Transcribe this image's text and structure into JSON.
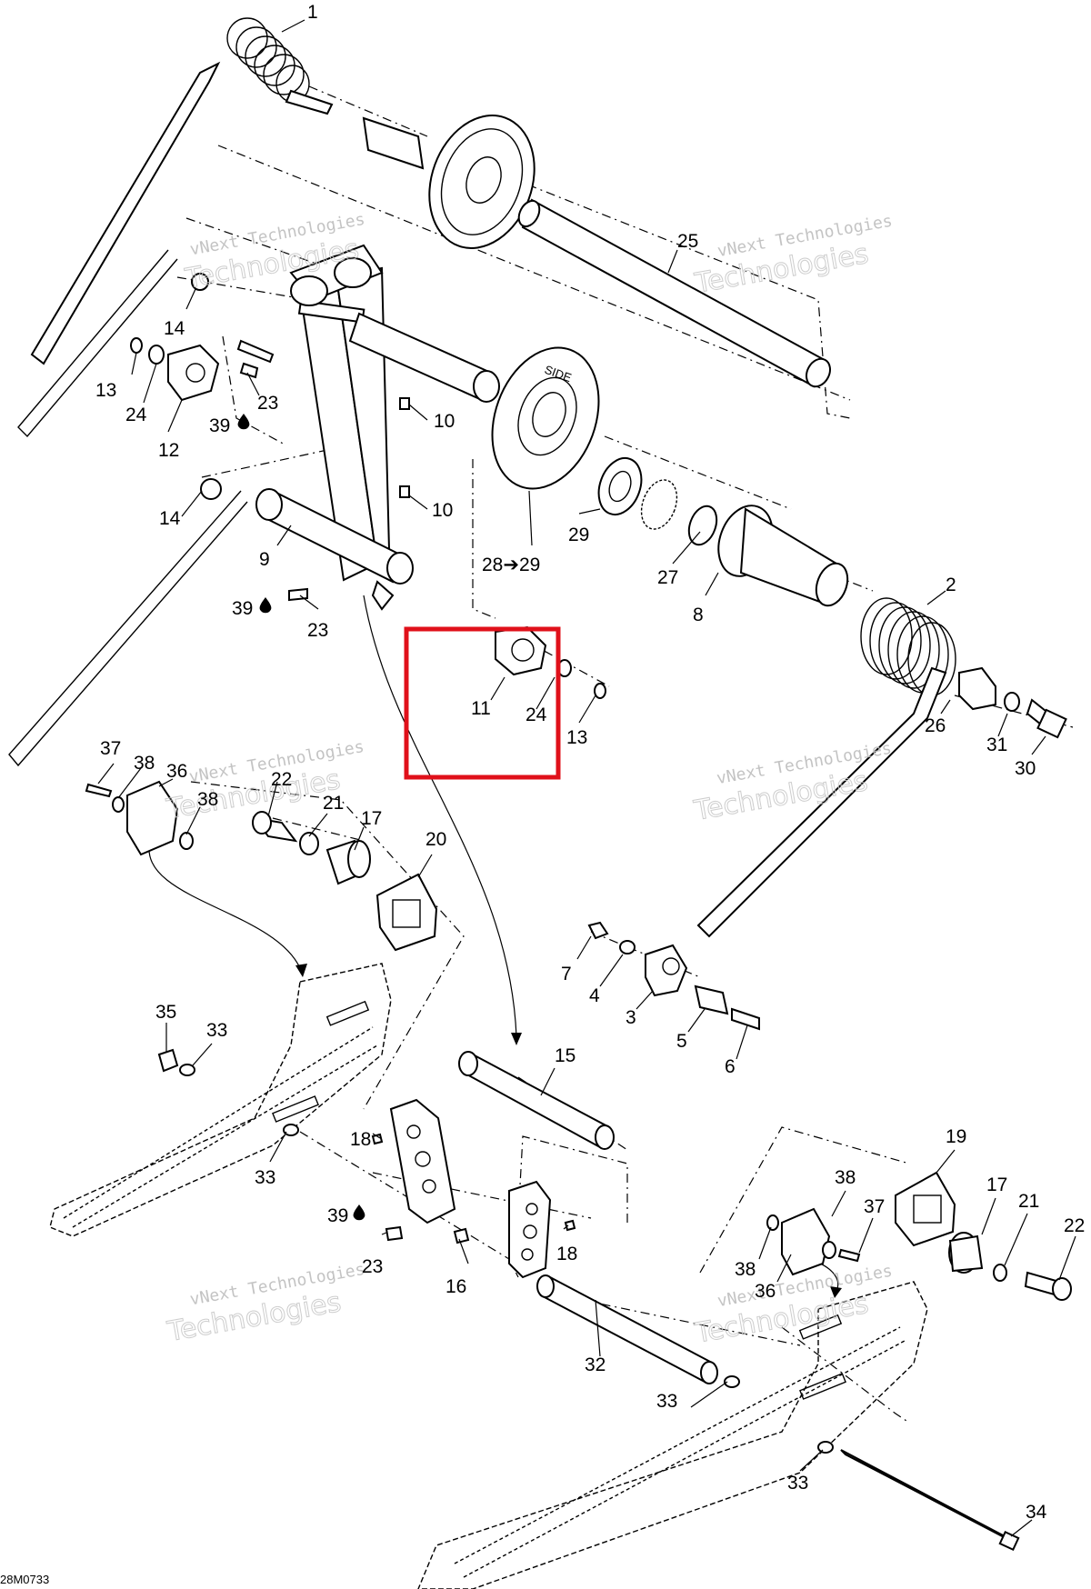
{
  "diagram": {
    "drawing_code": "28M0733",
    "watermark": {
      "line1": "vNext Technologies",
      "line2": "Technologies"
    },
    "labels": [
      {
        "id": "l1",
        "text": "1"
      },
      {
        "id": "l25",
        "text": "25"
      },
      {
        "id": "l14a",
        "text": "14"
      },
      {
        "id": "l13a",
        "text": "13"
      },
      {
        "id": "l24a",
        "text": "24"
      },
      {
        "id": "l12",
        "text": "12"
      },
      {
        "id": "l39a",
        "text": "39"
      },
      {
        "id": "l23a",
        "text": "23"
      },
      {
        "id": "l10a",
        "text": "10"
      },
      {
        "id": "l10b",
        "text": "10"
      },
      {
        "id": "l14b",
        "text": "14"
      },
      {
        "id": "l9",
        "text": "9"
      },
      {
        "id": "l39b",
        "text": "39"
      },
      {
        "id": "l23b",
        "text": "23"
      },
      {
        "id": "l2829",
        "text": "28➔29"
      },
      {
        "id": "l29",
        "text": "29"
      },
      {
        "id": "l27",
        "text": "27"
      },
      {
        "id": "l8",
        "text": "8"
      },
      {
        "id": "l2",
        "text": "2"
      },
      {
        "id": "l11",
        "text": "11"
      },
      {
        "id": "l24b",
        "text": "24"
      },
      {
        "id": "l13b",
        "text": "13"
      },
      {
        "id": "l26",
        "text": "26"
      },
      {
        "id": "l31",
        "text": "31"
      },
      {
        "id": "l30",
        "text": "30"
      },
      {
        "id": "l37a",
        "text": "37"
      },
      {
        "id": "l38a",
        "text": "38"
      },
      {
        "id": "l36a",
        "text": "36"
      },
      {
        "id": "l38b",
        "text": "38"
      },
      {
        "id": "l22a",
        "text": "22"
      },
      {
        "id": "l21a",
        "text": "21"
      },
      {
        "id": "l17a",
        "text": "17"
      },
      {
        "id": "l20",
        "text": "20"
      },
      {
        "id": "l7",
        "text": "7"
      },
      {
        "id": "l4",
        "text": "4"
      },
      {
        "id": "l3",
        "text": "3"
      },
      {
        "id": "l5",
        "text": "5"
      },
      {
        "id": "l6",
        "text": "6"
      },
      {
        "id": "l35",
        "text": "35"
      },
      {
        "id": "l33a",
        "text": "33"
      },
      {
        "id": "l15",
        "text": "15"
      },
      {
        "id": "l18a",
        "text": "18"
      },
      {
        "id": "l33b",
        "text": "33"
      },
      {
        "id": "l39c",
        "text": "39"
      },
      {
        "id": "l23c",
        "text": "23"
      },
      {
        "id": "l16",
        "text": "16"
      },
      {
        "id": "l18b",
        "text": "18"
      },
      {
        "id": "l19",
        "text": "19"
      },
      {
        "id": "l17b",
        "text": "17"
      },
      {
        "id": "l21b",
        "text": "21"
      },
      {
        "id": "l22b",
        "text": "22"
      },
      {
        "id": "l38c",
        "text": "38"
      },
      {
        "id": "l37b",
        "text": "37"
      },
      {
        "id": "l38d",
        "text": "38"
      },
      {
        "id": "l36b",
        "text": "36"
      },
      {
        "id": "l32",
        "text": "32"
      },
      {
        "id": "l33c",
        "text": "33"
      },
      {
        "id": "l33d",
        "text": "33"
      },
      {
        "id": "l34",
        "text": "34"
      }
    ],
    "wheel_marking": "SIDE",
    "highlight_color": "#e0101a"
  }
}
